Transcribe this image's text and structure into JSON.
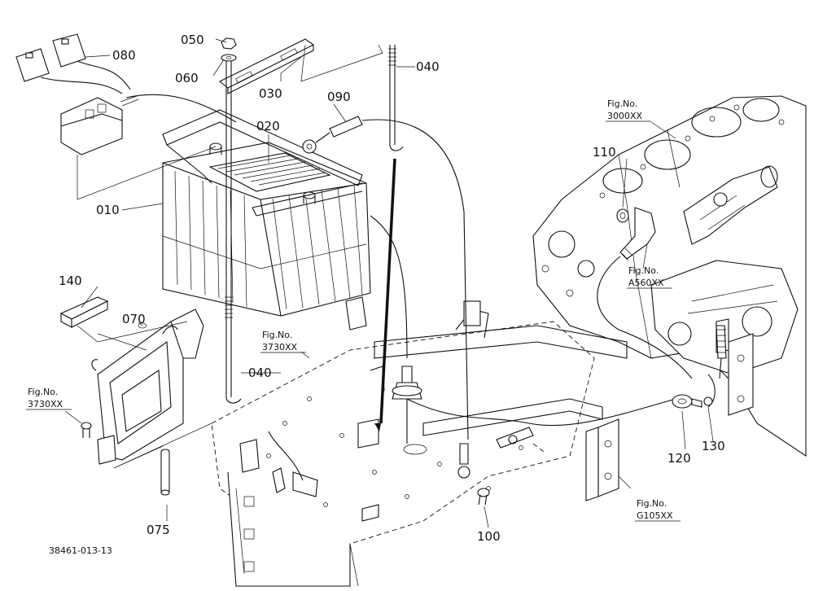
{
  "labels": {
    "p050": "050",
    "p060": "060",
    "p080": "080",
    "p030": "030",
    "p040_top": "040",
    "p090": "090",
    "p020": "020",
    "p010": "010",
    "p110": "110",
    "p140": "140",
    "p070": "070",
    "p040_mid": "040",
    "p075": "075",
    "p100": "100",
    "p120": "120",
    "p130": "130"
  },
  "references": {
    "fig_prefix": "Fig.No.",
    "ref_3000": "3000XX",
    "ref_a560": "A560XX",
    "ref_3730_center": "3730XX",
    "ref_3730_left": "3730XX",
    "ref_g105": "G105XX"
  },
  "drawing_number": "38461-013-13"
}
